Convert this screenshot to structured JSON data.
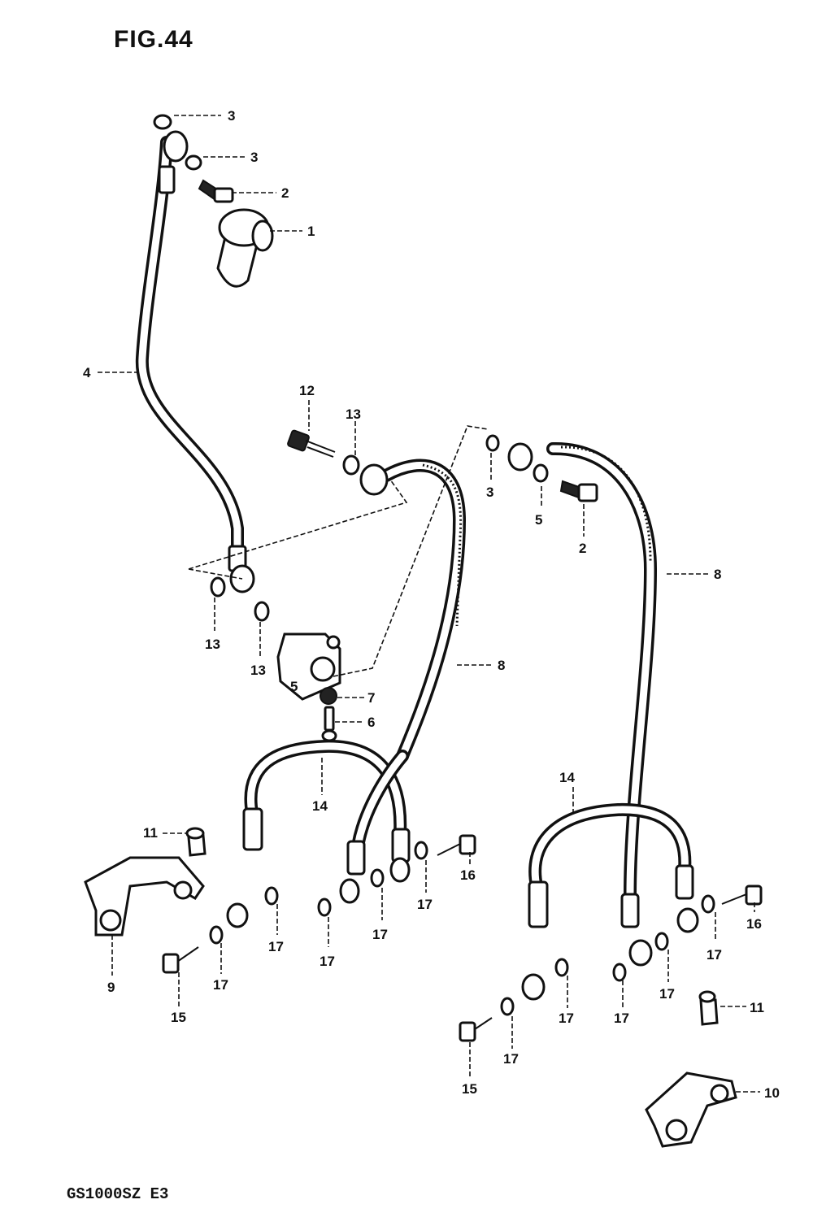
{
  "header": {
    "title": "FIG.44"
  },
  "footer": {
    "model_code": "GS1000SZ E3"
  },
  "callouts": [
    {
      "id": "c3a",
      "text": "3"
    },
    {
      "id": "c3b",
      "text": "3"
    },
    {
      "id": "c2a",
      "text": "2"
    },
    {
      "id": "c1",
      "text": "1"
    },
    {
      "id": "c4",
      "text": "4"
    },
    {
      "id": "c12",
      "text": "12"
    },
    {
      "id": "c13a",
      "text": "13"
    },
    {
      "id": "c3c",
      "text": "3"
    },
    {
      "id": "c5a",
      "text": "5"
    },
    {
      "id": "c2b",
      "text": "2"
    },
    {
      "id": "c8a",
      "text": "8"
    },
    {
      "id": "c13b",
      "text": "13"
    },
    {
      "id": "c13c",
      "text": "13"
    },
    {
      "id": "c5b",
      "text": "5"
    },
    {
      "id": "c8b",
      "text": "8"
    },
    {
      "id": "c7",
      "text": "7"
    },
    {
      "id": "c6",
      "text": "6"
    },
    {
      "id": "c14a",
      "text": "14"
    },
    {
      "id": "c14b",
      "text": "14"
    },
    {
      "id": "c11a",
      "text": "11"
    },
    {
      "id": "c16a",
      "text": "16"
    },
    {
      "id": "c17a",
      "text": "17"
    },
    {
      "id": "c17b",
      "text": "17"
    },
    {
      "id": "c17c",
      "text": "17"
    },
    {
      "id": "c17d",
      "text": "17"
    },
    {
      "id": "c16b",
      "text": "16"
    },
    {
      "id": "c9",
      "text": "9"
    },
    {
      "id": "c17e",
      "text": "17"
    },
    {
      "id": "c15a",
      "text": "15"
    },
    {
      "id": "c17f",
      "text": "17"
    },
    {
      "id": "c17g",
      "text": "17"
    },
    {
      "id": "c17h",
      "text": "17"
    },
    {
      "id": "c17i",
      "text": "17"
    },
    {
      "id": "c17j",
      "text": "17"
    },
    {
      "id": "c11b",
      "text": "11"
    },
    {
      "id": "c15b",
      "text": "15"
    },
    {
      "id": "c10",
      "text": "10"
    }
  ]
}
